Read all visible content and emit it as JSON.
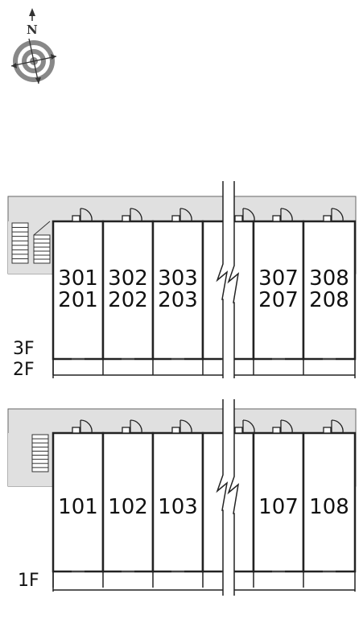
{
  "compass": {
    "north_label": "N"
  },
  "upper_block": {
    "floor_labels": [
      "3F",
      "2F"
    ],
    "units": [
      {
        "top": "301",
        "bottom": "201"
      },
      {
        "top": "302",
        "bottom": "202"
      },
      {
        "top": "303",
        "bottom": "203"
      },
      {
        "top": "",
        "bottom": ""
      },
      {
        "top": "307",
        "bottom": "207"
      },
      {
        "top": "308",
        "bottom": "208"
      }
    ]
  },
  "lower_block": {
    "floor_labels": [
      "1F"
    ],
    "units": [
      {
        "top": "101"
      },
      {
        "top": "102"
      },
      {
        "top": "103"
      },
      {
        "top": ""
      },
      {
        "top": "107"
      },
      {
        "top": "108"
      }
    ]
  }
}
